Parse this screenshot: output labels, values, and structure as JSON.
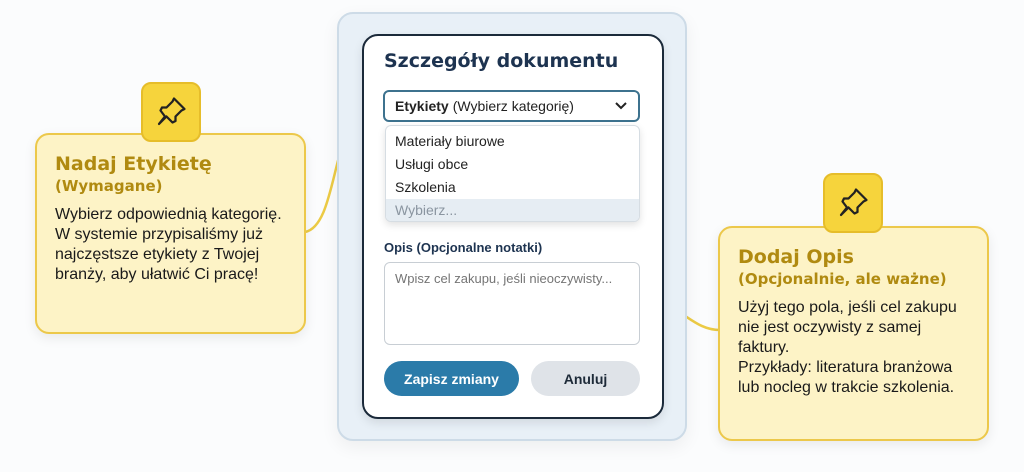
{
  "form": {
    "title": "Szczegóły dokumentu",
    "select": {
      "label_bold": "Etykiety",
      "label_hint": "(Wybierz kategorię)",
      "options": [
        "Materiały biurowe",
        "Usługi obce",
        "Szkolenia",
        "Wybierz..."
      ]
    },
    "description": {
      "label": "Opis (Opcjonalne notatki)",
      "placeholder": "Wpisz cel zakupu, jeśli nieoczywisty..."
    },
    "save_label": "Zapisz zmiany",
    "cancel_label": "Anuluj"
  },
  "callouts": {
    "left": {
      "title": "Nadaj Etykietę",
      "subtitle": "(Wymagane)",
      "body": "Wybierz odpowiednią kategorię. W systemie przypisaliśmy już najczęstsze etykiety z Twojej branży, aby ułatwić Ci pracę!",
      "icon": "pushpin-icon"
    },
    "right": {
      "title": "Dodaj Opis",
      "subtitle": "(Opcjonalnie, ale ważne)",
      "body1": "Użyj tego pola, jeśli cel zakupu nie jest oczywisty z samej faktury.",
      "body2": "Przykłady: literatura branżowa lub nocleg w trakcie szkolenia.",
      "icon": "pushpin-icon"
    }
  },
  "colors": {
    "accent": "#2b7ba9",
    "callout_bg": "#fdf3c6",
    "callout_border": "#ecc84a",
    "callout_title": "#b08a10",
    "navy": "#1d3350"
  }
}
